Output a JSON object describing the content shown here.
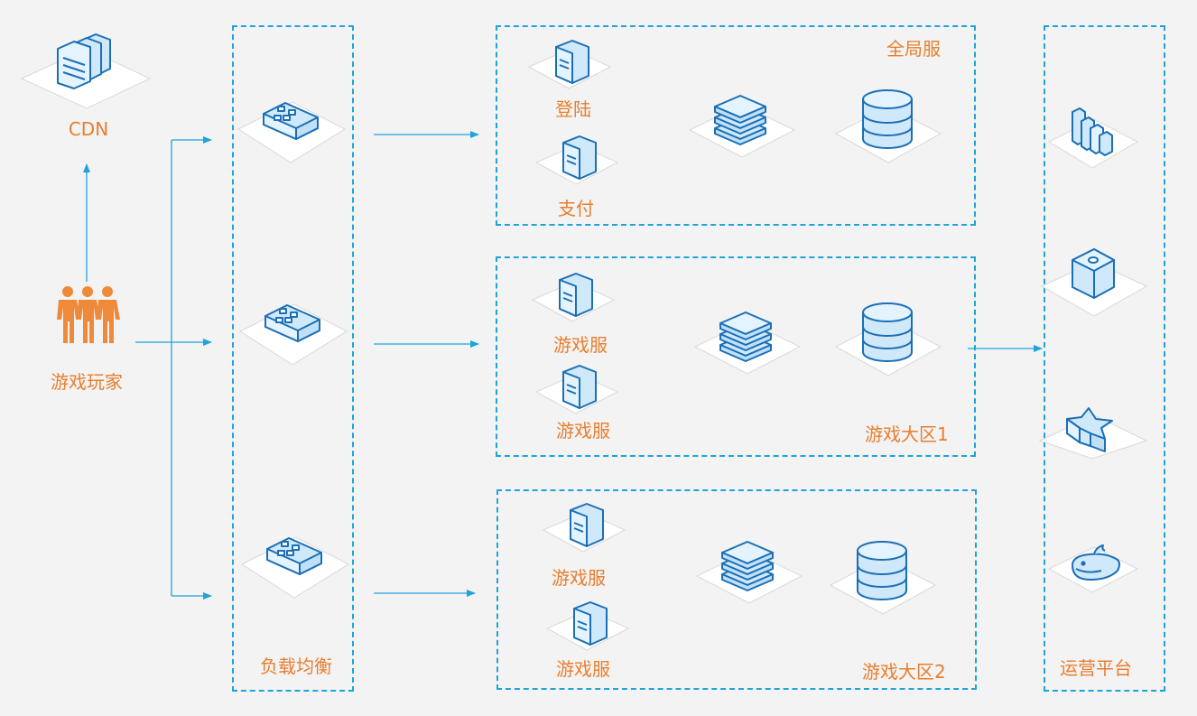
{
  "labels": {
    "cdn": "CDN",
    "players": "游戏玩家",
    "load_balance": "负载均衡",
    "global_server": "全局服",
    "login": "登陆",
    "payment": "支付",
    "game_server": "游戏服",
    "zone1": "游戏大区1",
    "zone2": "游戏大区2",
    "ops_platform": "运营平台"
  },
  "colors": {
    "accent": "#1ea3dc",
    "label": "#e87e2e",
    "icon_fill": "#cfe9fb",
    "icon_stroke": "#1c6fb5",
    "player": "#ee8a3a",
    "platform": "#ffffff",
    "background": "#f3f3f3"
  }
}
